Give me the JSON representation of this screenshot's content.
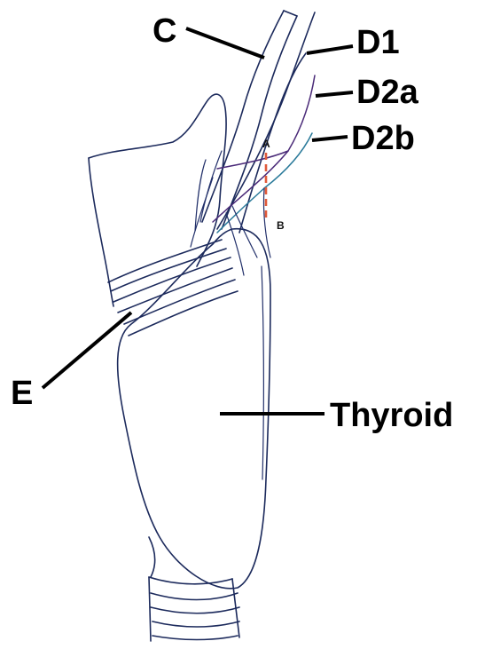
{
  "labels": {
    "c": "C",
    "d1": "D1",
    "d2a": "D2a",
    "d2b": "D2b",
    "e": "E",
    "thyroid": "Thyroid",
    "point_a": "A",
    "point_b": "B"
  },
  "colors": {
    "ink": "#1c2a5c",
    "leader": "#000000",
    "cut_line": "#e05a3a",
    "nerve_purple": "#4a2a78",
    "nerve_teal": "#2a7a9a"
  }
}
